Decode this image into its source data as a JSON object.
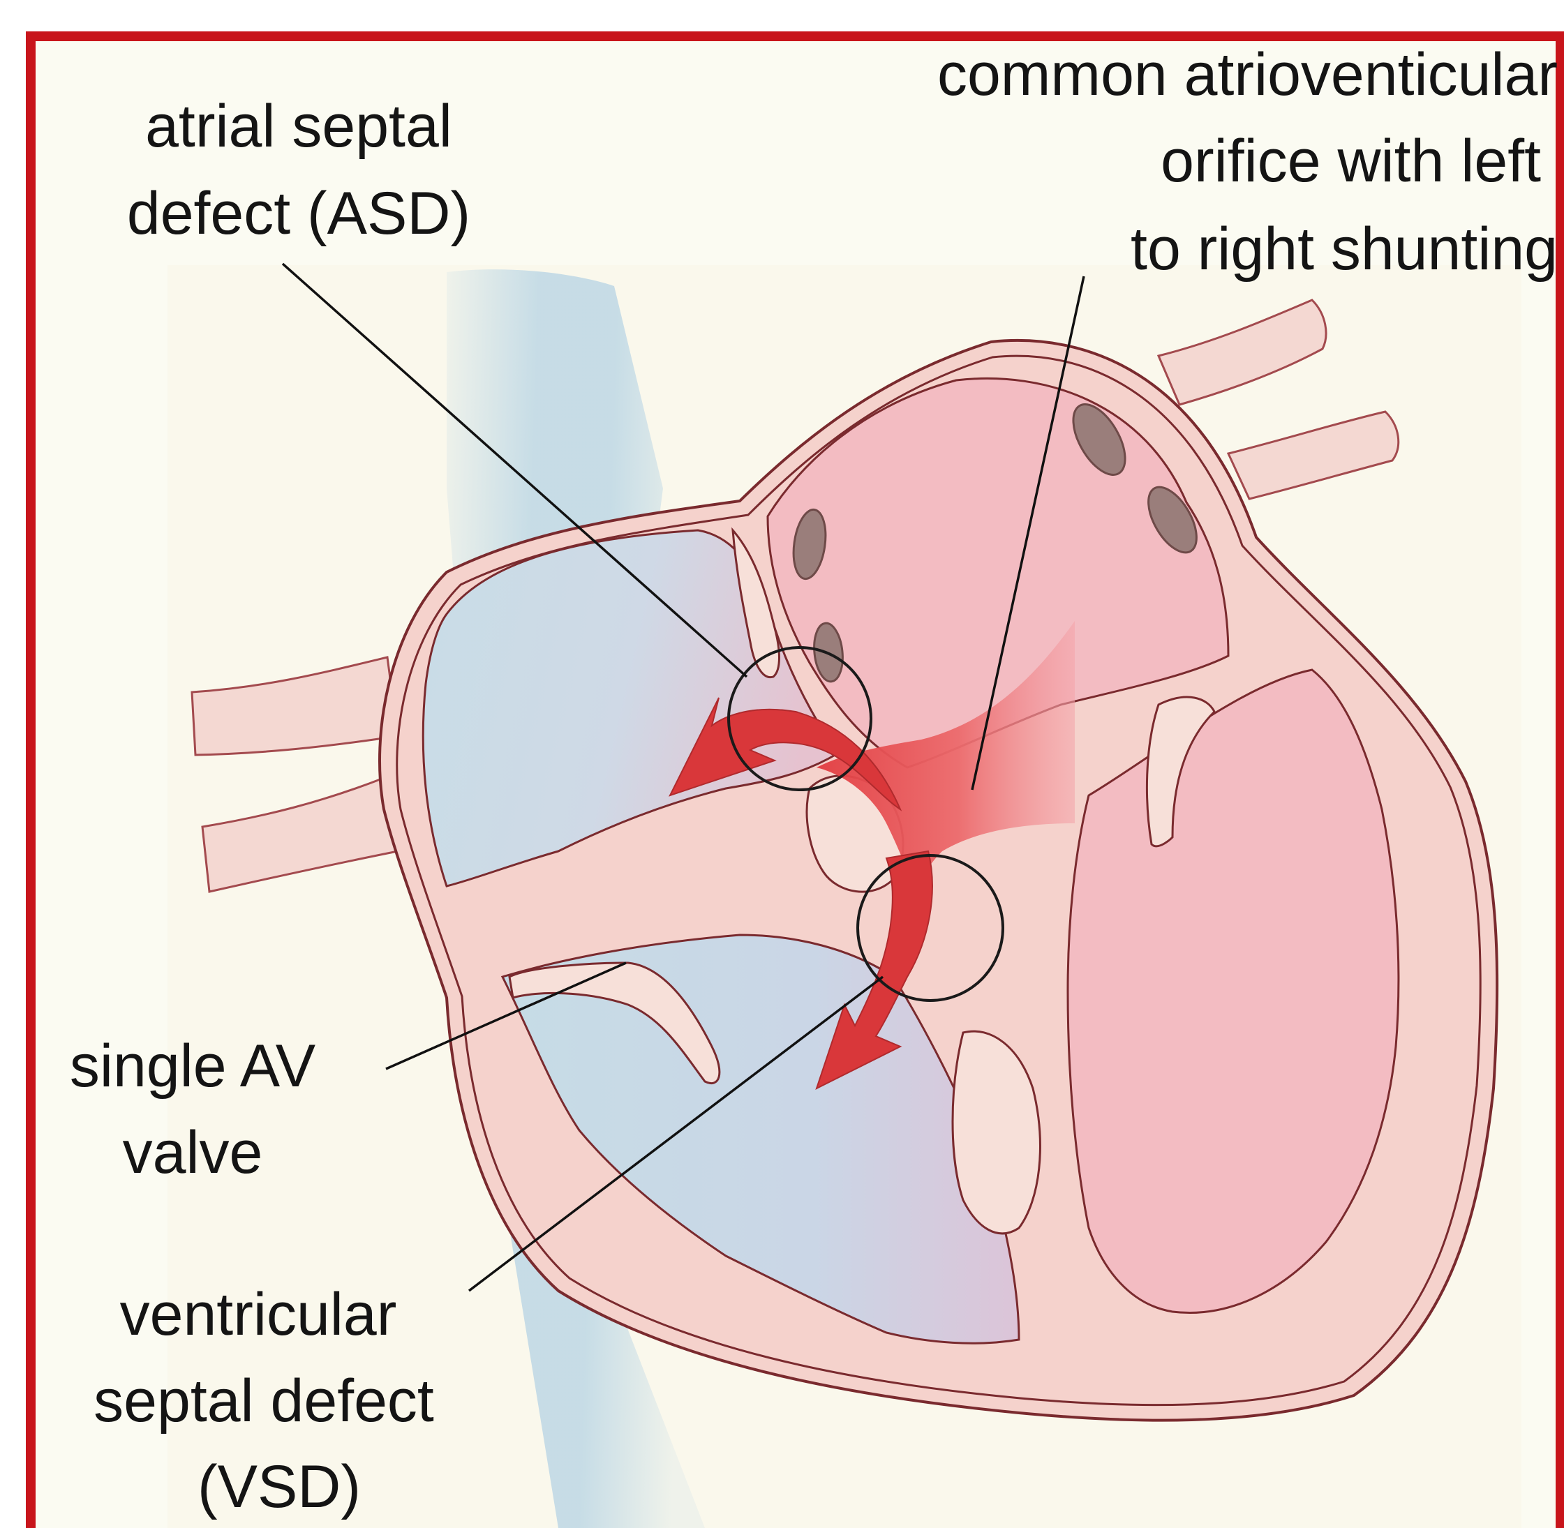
{
  "labels": {
    "asd": {
      "line1": "atrial septal",
      "line2": "defect (ASD)"
    },
    "common_av_orifice": {
      "line1": "common atrioventicular",
      "line2": "orifice with left",
      "line3": "to right shunting"
    },
    "single_av_valve": {
      "line1": "single AV",
      "line2": "valve"
    },
    "vsd": {
      "line1": "ventricular",
      "line2": "septal defect",
      "line3": "(VSD)"
    }
  },
  "colors": {
    "frame_border": "#c8151b",
    "background": "#fbfbf2",
    "heart_wall": "#f5d2cc",
    "heart_outline": "#7a2a2e",
    "right_heart_blood": "#c4dbe6",
    "left_heart_blood": "#f2b2bb",
    "shunt_arrow": "#da3c3f",
    "defect_circle": "#1a1a1a",
    "pulmonary_vein_openings": "#9a7e7b"
  }
}
